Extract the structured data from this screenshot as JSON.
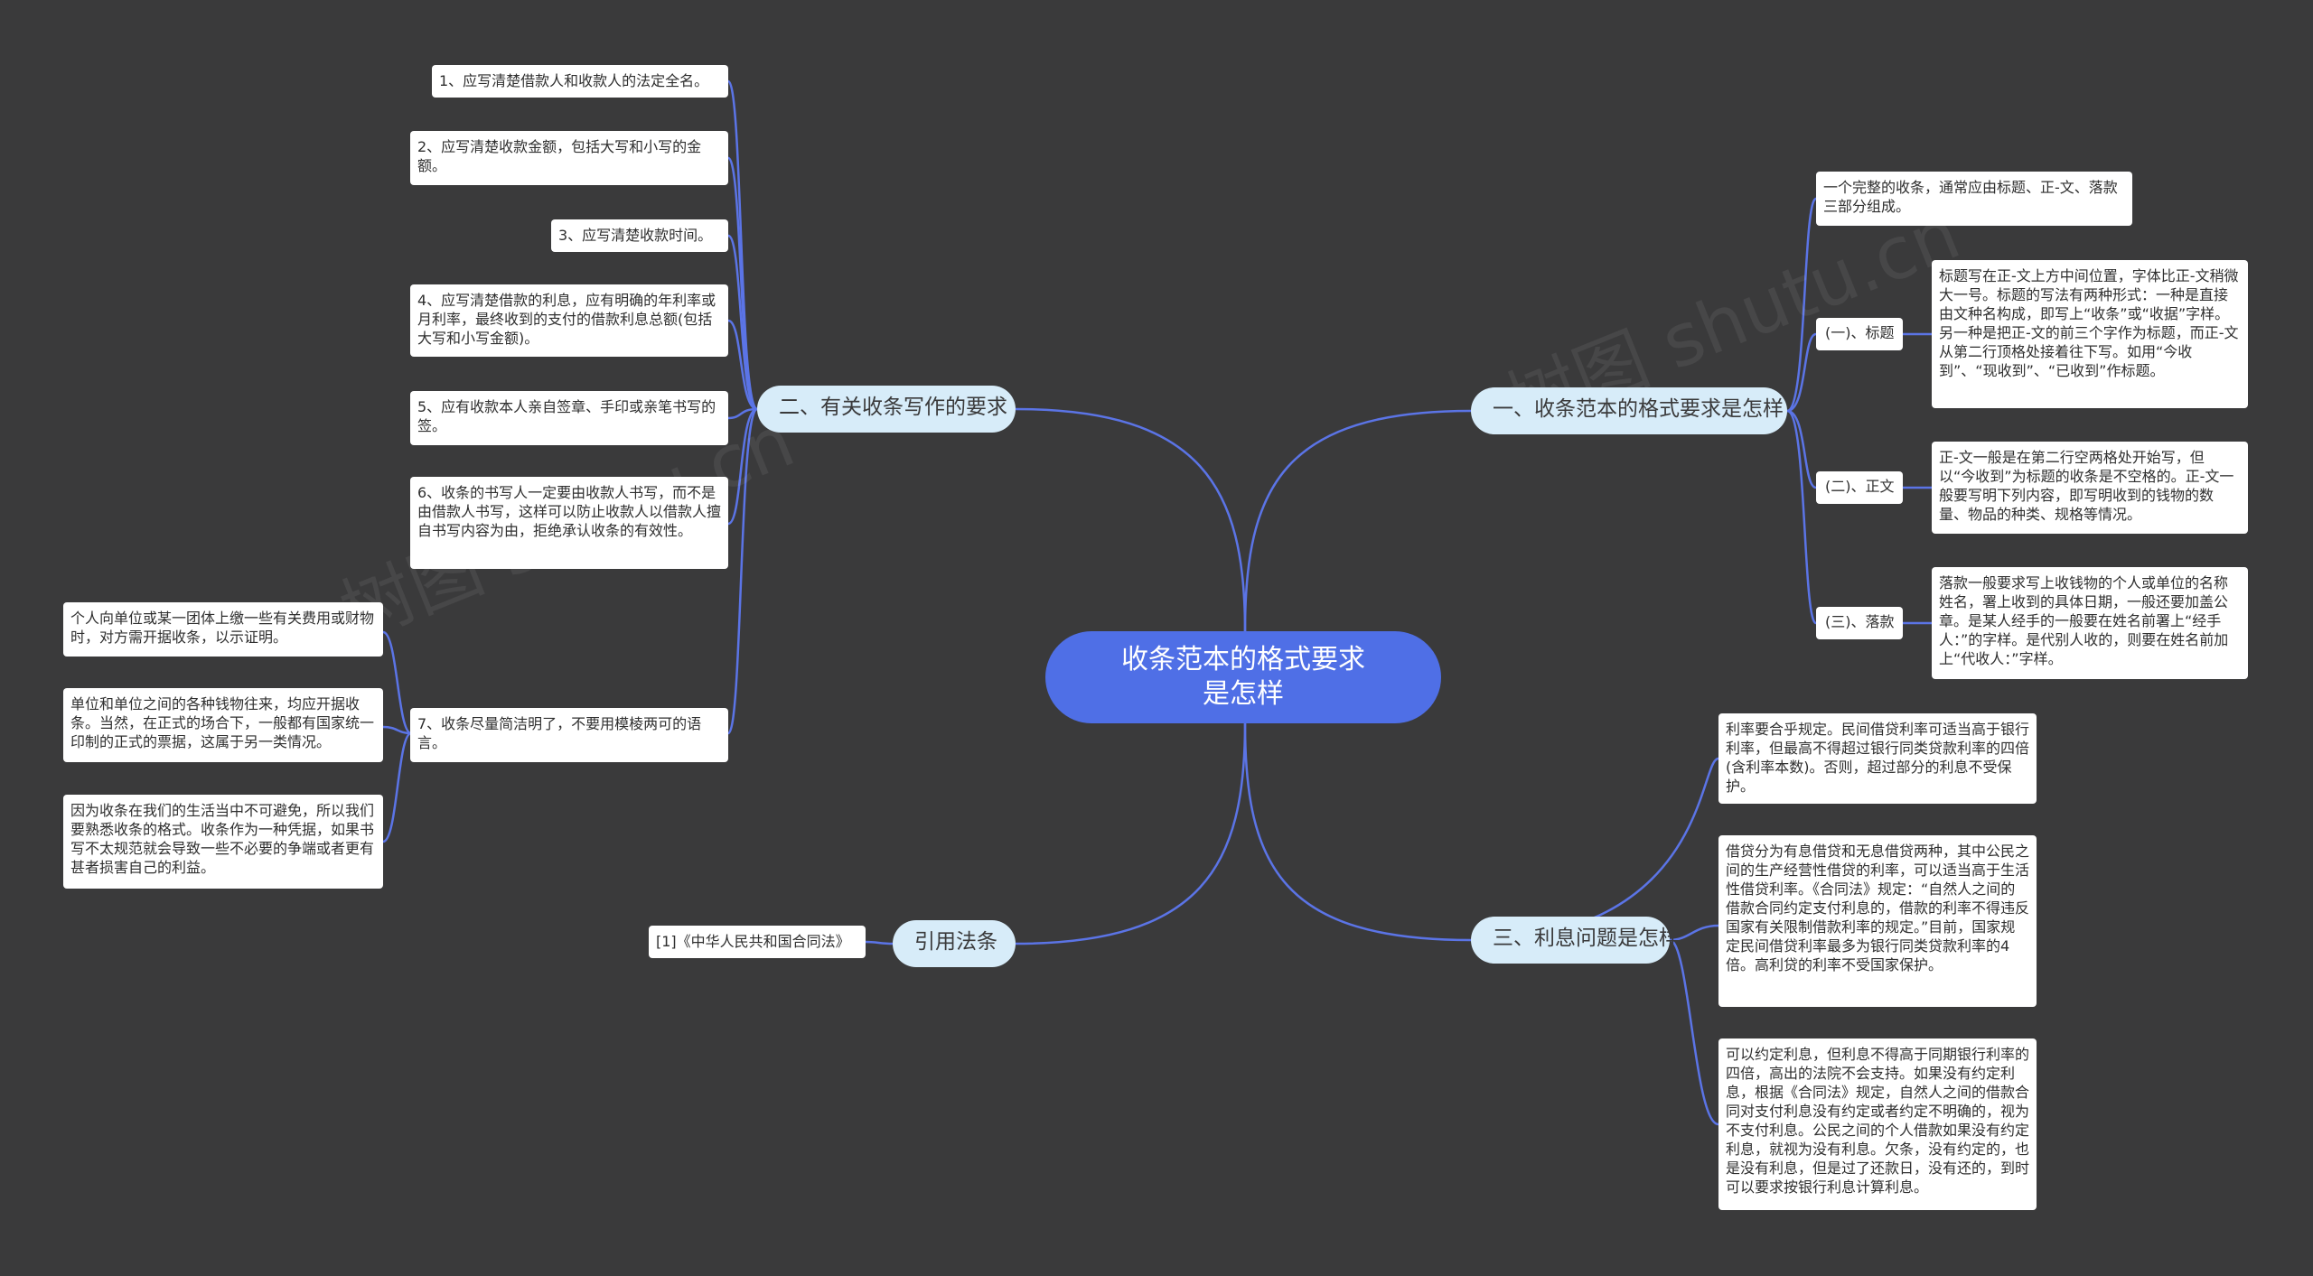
{
  "root": {
    "title": "收条范本的格式要求是怎样"
  },
  "branch1": {
    "label": "一、收条范本的格式要求是怎样",
    "intro": "一个完整的收条，通常应由标题、正-文、落款三部分组成。",
    "sub1": {
      "label": "(一)、标题",
      "text": "标题写在正-文上方中间位置，字体比正-文稍微大一号。标题的写法有两种形式：一种是直接由文种名构成，即写上“收条”或“收据”字样。另一种是把正-文的前三个字作为标题，而正-文从第二行顶格处接着往下写。如用“今收到”、“现收到”、“已收到”作标题。"
    },
    "sub2": {
      "label": "(二)、正文",
      "text": "正-文一般是在第二行空两格处开始写，但以“今收到”为标题的收条是不空格的。正-文一般要写明下列内容，即写明收到的钱物的数量、物品的种类、规格等情况。"
    },
    "sub3": {
      "label": "(三)、落款",
      "text": "落款一般要求写上收钱物的个人或单位的名称姓名，署上收到的具体日期，一般还要加盖公章。是某人经手的一般要在姓名前署上“经手人：”的字样。是代别人收的，则要在姓名前加上“代收人：”字样。"
    }
  },
  "branch2": {
    "label": "二、有关收条写作的要求",
    "items": [
      "1、应写清楚借款人和收款人的法定全名。",
      "2、应写清楚收款金额，包括大写和小写的金额。",
      "3、应写清楚收款时间。",
      "4、应写清楚借款的利息，应有明确的年利率或月利率，最终收到的支付的借款利息总额(包括大写和小写金额)。",
      "5、应有收款本人亲自签章、手印或亲笔书写的签。",
      "6、收条的书写人一定要由收款人书写，而不是由借款人书写，这样可以防止收款人以借款人擅自书写内容为由，拒绝承认收条的有效性。",
      "7、收条尽量简洁明了，不要用模棱两可的语言。"
    ],
    "item7_children": [
      "个人向单位或某一团体上缴一些有关费用或财物时，对方需开据收条，以示证明。",
      "单位和单位之间的各种钱物往来，均应开据收条。当然，在正式的场合下，一般都有国家统一印制的正式的票据，这属于另一类情况。",
      "因为收条在我们的生活当中不可避免，所以我们要熟悉收条的格式。收条作为一种凭据，如果书写不太规范就会导致一些不必要的争端或者更有甚者损害自己的利益。"
    ]
  },
  "branch3": {
    "label": "三、利息问题是怎样",
    "items": [
      "利率要合乎规定。民间借贷利率可适当高于银行利率，但最高不得超过银行同类贷款利率的四倍(含利率本数)。否则，超过部分的利息不受保护。",
      "借贷分为有息借贷和无息借贷两种，其中公民之间的生产经营性借贷的利率，可以适当高于生活性借贷利率。《合同法》规定：“自然人之间的借款合同约定支付利息的，借款的利率不得违反国家有关限制借款利率的规定。”目前，国家规定民间借贷利率最多为银行同类贷款利率的4倍。高利贷的利率不受国家保护。",
      "可以约定利息，但利息不得高于同期银行利率的四倍，高出的法院不会支持。如果没有约定利息，根据《合同法》规定，自然人之间的借款合同对支付利息没有约定或者约定不明确的，视为不支付利息。公民之间的个人借款如果没有约定利息，就视为没有利息。欠条，没有约定的，也是没有利息，但是过了还款日，没有还的，到时可以要求按银行利息计算利息。"
    ]
  },
  "branch4": {
    "label": "引用法条",
    "items": [
      "[1]《中华人民共和国合同法》"
    ]
  },
  "watermark": "树图 shutu.cn",
  "colors": {
    "background": "#3a3a3b",
    "root": "#4f6fe6",
    "branch": "#d7ecf9",
    "link": "#5b74e6",
    "leaf": "#ffffff"
  }
}
